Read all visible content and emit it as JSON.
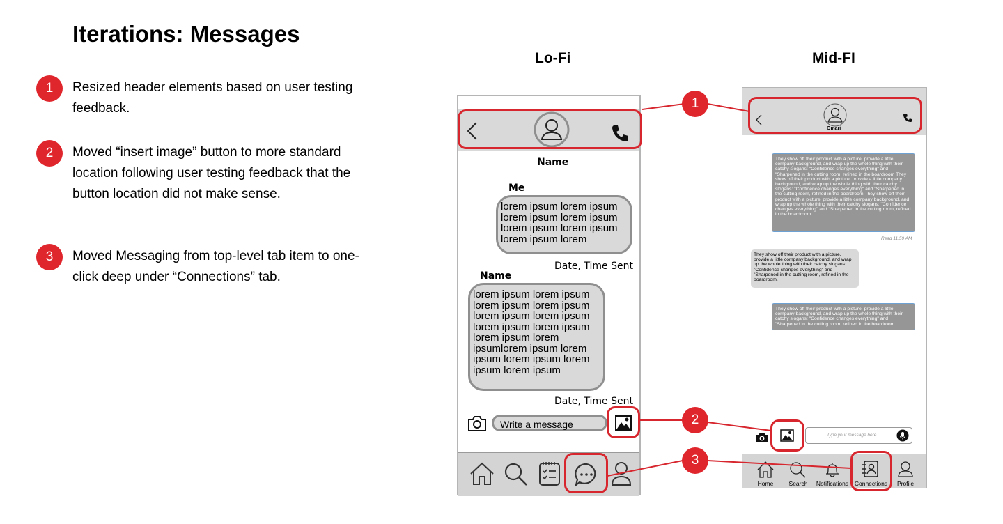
{
  "title": "Iterations: Messages",
  "notes": [
    {
      "num": "1",
      "text": "Resized header elements based on user testing feedback."
    },
    {
      "num": "2",
      "text": "Moved “insert image” button to more standard location following user testing feedback that the button location did not make sense."
    },
    {
      "num": "3",
      "text": "Moved Messaging from top-level tab item to one-click deep under “Connections” tab."
    }
  ],
  "lofi": {
    "title": "Lo-Fi",
    "contact_name": "Name",
    "me_label": "Me",
    "me_message": "lorem ipsum lorem ipsum lorem ipsum lorem ipsum lorem ipsum lorem ipsum lorem ipsum lorem",
    "timestamp": "Date, Time Sent",
    "other_label": "Name",
    "other_message": "lorem ipsum lorem ipsum lorem ipsum lorem ipsum lorem ipsum lorem ipsum lorem ipsum lorem ipsum lorem ipsum lorem ipsumlorem ipsum lorem ipsum lorem ipsum lorem ipsum lorem ipsum",
    "input_placeholder": "Write a message"
  },
  "midfi": {
    "title": "Mid-FI",
    "contact_name": "Omari",
    "out_message_1": "They show off their product with a picture, provide a little company background, and wrap up the whole thing with their catchy slogans: \"Confidence changes everything\" and \"Sharpened in the cutting room, refined in the boardroom They show off their product with a picture, provide a little company background, and wrap up the whole thing with their catchy slogans: \"Confidence changes everything\" and \"Sharpened in the cutting room, refined in the boardroom They show off their product with a picture, provide a little company background, and wrap up the whole thing with their catchy slogans: \"Confidence changes everything\" and \"Sharpened in the cutting room, refined in the boardroom.",
    "read_receipt": "Read 11:59 AM",
    "in_message": "They show off their product with a picture, provide a little company background, and wrap up the whole thing with their catchy slogans: \"Confidence changes everything\" and \"Sharpened in the cutting room, refined in the boardroom.",
    "out_message_2": "They show off their product with a picture, provide a little company background, and wrap up the whole thing with their catchy slogans: \"Confidence changes everything\" and \"Sharpened in the cutting room, refined in the boardroom.",
    "input_placeholder": "Type your message here",
    "tabs": {
      "home": "Home",
      "search": "Search",
      "notifications": "Notifications",
      "connections": "Connections",
      "profile": "Profile"
    }
  },
  "callouts": [
    "1",
    "2",
    "3"
  ],
  "colors": {
    "accent_red": "#e0262d",
    "header_gray": "#d9d9d9",
    "bubble_blue_border": "#6ea1d3"
  }
}
